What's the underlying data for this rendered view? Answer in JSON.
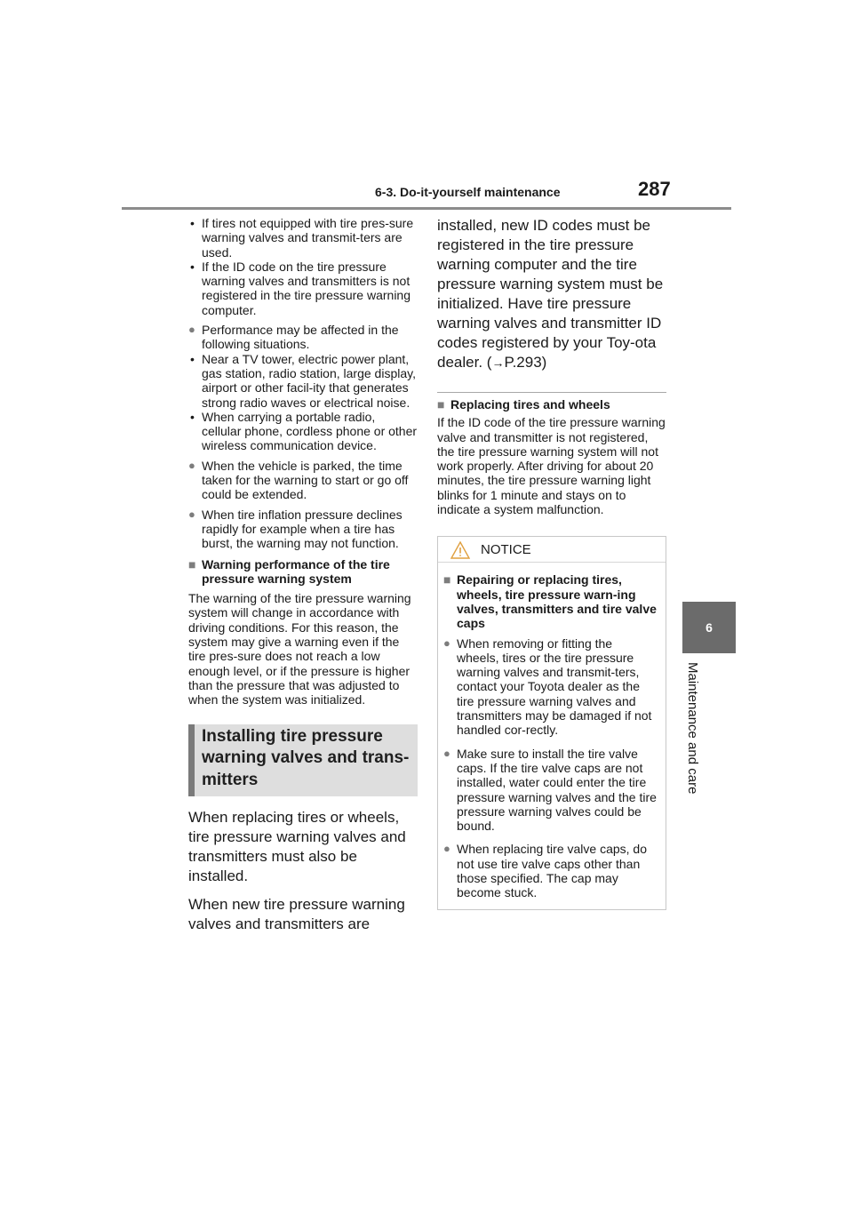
{
  "header": {
    "section": "6-3. Do-it-yourself maintenance",
    "page_number": "287"
  },
  "side_tab": {
    "number": "6",
    "label": "Maintenance and care"
  },
  "col1": {
    "dashes_top": [
      "If tires not equipped with tire pres-sure warning valves and transmit-ters are used.",
      "If the ID code on the tire pressure warning valves and transmitters is not registered in the tire pressure warning computer."
    ],
    "bullet_perf": "Performance may be affected in the following situations.",
    "dashes_perf": [
      "Near a TV tower, electric power plant, gas station, radio station, large display, airport or other facil-ity that generates strong radio waves or electrical noise.",
      "When carrying a portable radio, cellular phone, cordless phone or other wireless communication device."
    ],
    "bullet_parked": "When the vehicle is parked, the time taken for the warning to start or go off could be extended.",
    "bullet_inflation": "When tire inflation pressure declines rapidly for example when a tire has burst, the warning may not function.",
    "sub_heading": "Warning performance of the tire pressure warning system",
    "paragraph": "The warning of the tire pressure warning system will change in accordance with driving conditions. For this reason, the system may give a warning even if the tire pres-sure does not reach a low enough level, or if the pressure is higher than the pressure that was adjusted to when the system was initialized.",
    "section_heading": "Installing tire pressure warning valves and trans-mitters",
    "body1": "When replacing tires or wheels, tire pressure warning valves and transmitters must also be installed.",
    "body2": "When new tire pressure warning valves and transmitters are"
  },
  "col2": {
    "body_cont": "installed, new ID codes must be registered in the tire pressure warning computer and the tire pressure warning system must be initialized. Have tire pressure warning valves and transmitter ID codes registered by your Toy-ota dealer. (",
    "ref": "P.293)",
    "sub_heading": "Replacing tires and wheels",
    "paragraph": "If the ID code of the tire pressure warning valve and transmitter is not registered, the tire pressure warning system will not work properly. After driving for about 20 minutes, the tire pressure warning light blinks for 1 minute and stays on to indicate a system malfunction.",
    "notice": {
      "title": "NOTICE",
      "heading": "Repairing or replacing tires, wheels, tire pressure warn-ing valves, transmitters and tire valve caps",
      "bullets": [
        "When removing or fitting the wheels, tires or the tire pressure warning valves and transmit-ters, contact your Toyota dealer as the tire pressure warning valves and transmitters may be damaged if not handled cor-rectly.",
        "Make sure to install the tire valve caps. If the tire valve caps are not installed, water could enter the tire pressure warning valves and the tire pressure warning valves could be bound.",
        "When replacing tire valve caps, do not use tire valve caps other than those specified. The cap may become stuck."
      ]
    }
  }
}
